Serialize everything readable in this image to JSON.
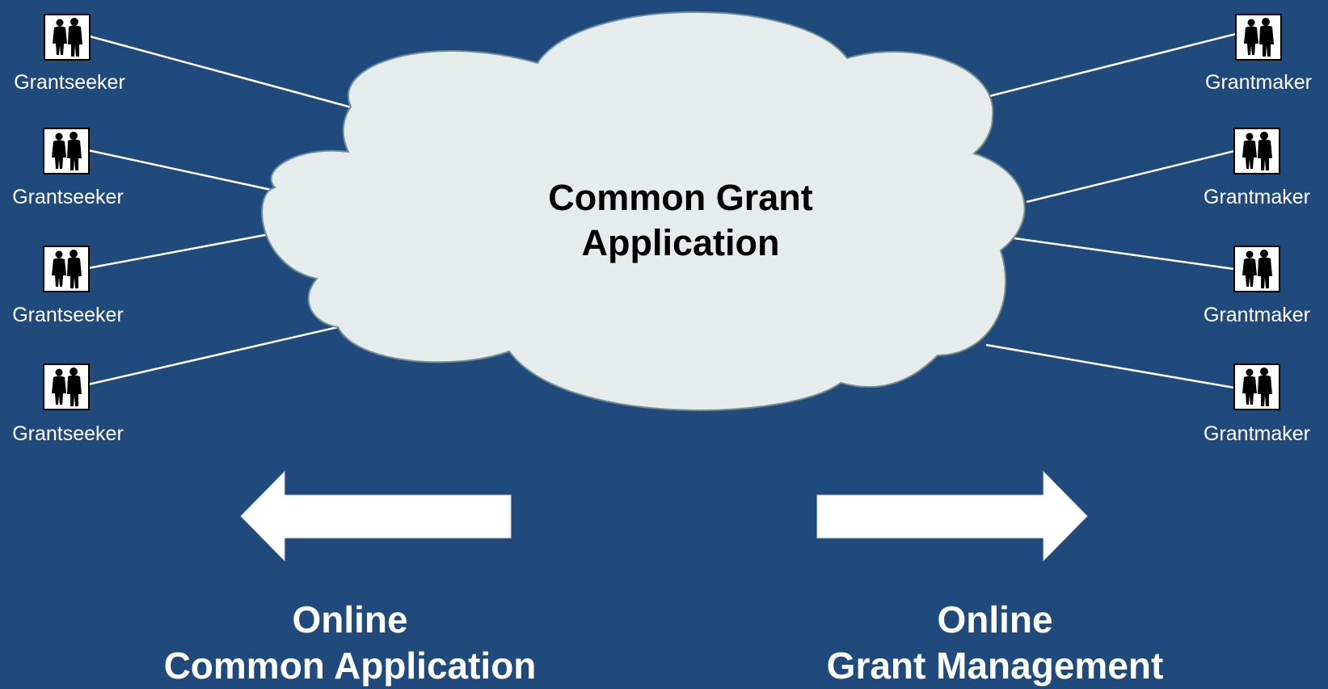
{
  "colors": {
    "background": "#214A7C",
    "cloud_fill": "#E6ECEB",
    "cloud_outline": "#6F8E95",
    "connector": "#FFFFFF",
    "text_light": "#FFFFFF",
    "text_dark": "#000000"
  },
  "cloud": {
    "title_line1": "Common Grant",
    "title_line2": "Application"
  },
  "left_nodes": [
    {
      "label": "Grantseeker",
      "icon": "people-couple-icon"
    },
    {
      "label": "Grantseeker",
      "icon": "people-couple-icon"
    },
    {
      "label": "Grantseeker",
      "icon": "people-couple-icon"
    },
    {
      "label": "Grantseeker",
      "icon": "people-couple-icon"
    }
  ],
  "right_nodes": [
    {
      "label": "Grantmaker",
      "icon": "people-couple-icon"
    },
    {
      "label": "Grantmaker",
      "icon": "people-couple-icon"
    },
    {
      "label": "Grantmaker",
      "icon": "people-couple-icon"
    },
    {
      "label": "Grantmaker",
      "icon": "people-couple-icon"
    }
  ],
  "arrows": [
    {
      "direction": "left",
      "icon": "arrow-left-icon"
    },
    {
      "direction": "right",
      "icon": "arrow-right-icon"
    }
  ],
  "captions": {
    "left": {
      "line1": "Online",
      "line2": "Common Application"
    },
    "right": {
      "line1": "Online",
      "line2": "Grant Management"
    }
  }
}
